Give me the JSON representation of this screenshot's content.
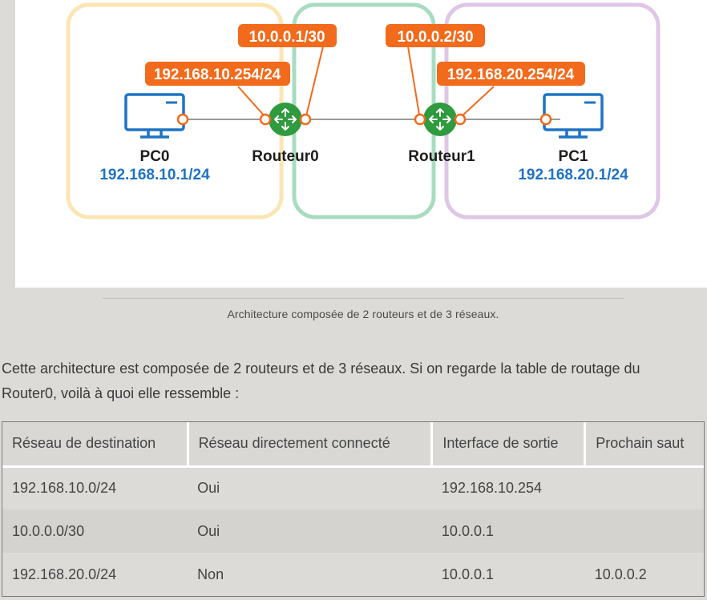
{
  "diagram": {
    "labels": {
      "r0_wan": "10.0.0.1/30",
      "r1_wan": "10.0.0.2/30",
      "r0_lan": "192.168.10.254/24",
      "r1_lan": "192.168.20.254/24"
    },
    "devices": {
      "pc0": {
        "name": "PC0",
        "ip": "192.168.10.1/24"
      },
      "router0": {
        "name": "Routeur0"
      },
      "router1": {
        "name": "Routeur1"
      },
      "pc1": {
        "name": "PC1",
        "ip": "192.168.20.1/24"
      }
    },
    "colors": {
      "network_left": "#fbe6b3",
      "network_middle": "#a8dcc0",
      "network_right": "#dfc6e6",
      "label_bg": "#f26a1b",
      "device_blue": "#1f73c4",
      "router_green": "#2f9a3e",
      "link_gray": "#9a9a9a"
    }
  },
  "caption": "Architecture composée de 2 routeurs et de 3 réseaux.",
  "paragraph": "Cette architecture est composée de 2 routeurs et de 3 réseaux. Si on regarde la table de routage du Router0, voilà à quoi elle ressemble :",
  "table": {
    "headers": [
      "Réseau de destination",
      "Réseau directement connecté",
      "Interface de sortie",
      "Prochain saut"
    ],
    "rows": [
      [
        "192.168.10.0/24",
        "Oui",
        "192.168.10.254",
        ""
      ],
      [
        "10.0.0.0/30",
        "Oui",
        "10.0.0.1",
        ""
      ],
      [
        "192.168.20.0/24",
        "Non",
        "10.0.0.1",
        "10.0.0.2"
      ]
    ]
  }
}
